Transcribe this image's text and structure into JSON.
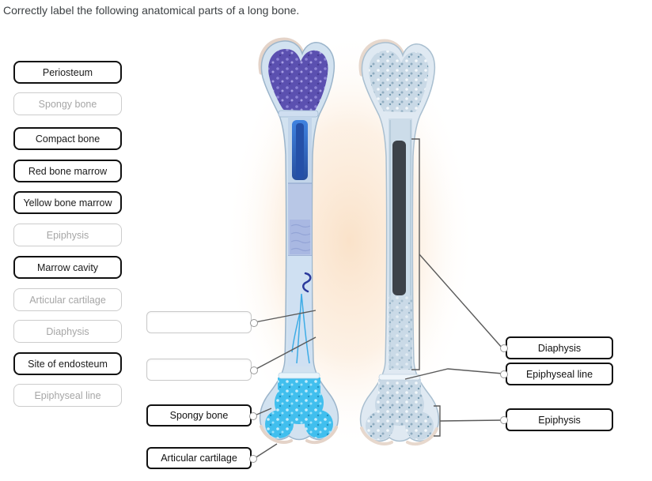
{
  "title": "Correctly label the following anatomical parts of a long bone.",
  "word_bank": [
    {
      "label": "Periosteum",
      "used": false
    },
    {
      "label": "Spongy bone",
      "used": true
    },
    {
      "label": "Compact bone",
      "used": false
    },
    {
      "label": "Red bone marrow",
      "used": false
    },
    {
      "label": "Yellow bone marrow",
      "used": false
    },
    {
      "label": "Epiphysis",
      "used": true
    },
    {
      "label": "Marrow cavity",
      "used": false
    },
    {
      "label": "Articular cartilage",
      "used": true
    },
    {
      "label": "Diaphysis",
      "used": true
    },
    {
      "label": "Site of endosteum",
      "used": false
    },
    {
      "label": "Epiphyseal line",
      "used": true
    }
  ],
  "drop_zones": {
    "left": [
      {
        "label": "",
        "filled": false
      },
      {
        "label": "",
        "filled": false
      },
      {
        "label": "Spongy bone",
        "filled": true
      },
      {
        "label": "Articular cartilage",
        "filled": true
      }
    ],
    "right": [
      {
        "label": "Diaphysis",
        "filled": true
      },
      {
        "label": "Epiphyseal line",
        "filled": true
      },
      {
        "label": "Epiphysis",
        "filled": true
      }
    ]
  },
  "colors": {
    "spongy_purple": "#5b50b0",
    "marrow_blue": "#2a5cb8",
    "spongy_cyan": "#3fc0ee",
    "glow_peach": "#f9ddc0",
    "leader_line": "#5a5a5a"
  },
  "icons": {
    "connector_dot": "circle-connector"
  }
}
